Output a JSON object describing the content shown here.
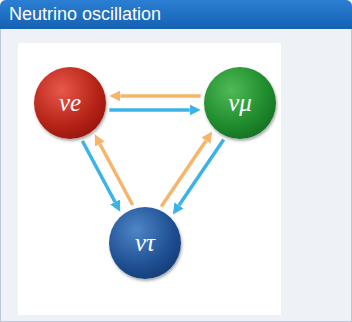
{
  "diagram": {
    "title": "Neutrino oscillation",
    "nodes": [
      {
        "text": [
          "νe"
        ]
      },
      {
        "text": [
          "νμ"
        ]
      },
      {
        "text": [
          "ντ"
        ]
      }
    ],
    "edges": [
      {
        "from": 1,
        "to": 0,
        "arrow": "to"
      },
      {
        "from": 0,
        "to": 1,
        "arrow": "to"
      },
      {
        "from": 0,
        "to": 2,
        "arrow": "to"
      },
      {
        "from": 2,
        "to": 0,
        "arrow": "to"
      },
      {
        "from": 2,
        "to": 1,
        "arrow": "to"
      },
      {
        "from": 1,
        "to": 2,
        "arrow": "to"
      }
    ]
  }
}
